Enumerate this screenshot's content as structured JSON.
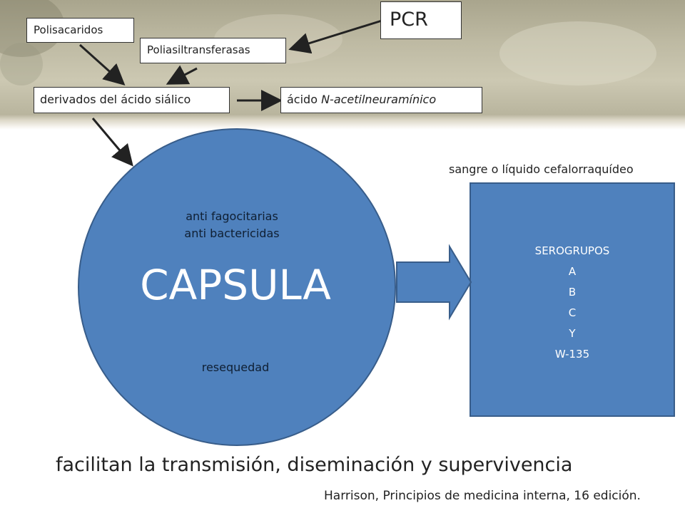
{
  "colors": {
    "banner": "#bdb9a2",
    "shape_fill": "#4f81bd",
    "shape_stroke": "#385d8a",
    "arrow": "#222222"
  },
  "boxes": {
    "polisacaridos": "Polisacaridos",
    "poliasiltransferasas": "Poliasiltransferasas",
    "pcr": "PCR",
    "derivados": "derivados del ácido siálico",
    "acido_prefix": "ácido ",
    "acido_italic": "N-acetilneuramínico"
  },
  "circle": {
    "line1": "anti fagocitarias",
    "line2": "anti bactericidas",
    "title": "CAPSULA",
    "line3": "resequedad"
  },
  "serogroups": {
    "caption": "sangre o líquido cefalorraquídeo",
    "title": "SEROGRUPOS",
    "items": [
      "A",
      "B",
      "C",
      "Y",
      "W-135"
    ]
  },
  "footer": {
    "statement": "facilitan la transmisión, diseminación y supervivencia",
    "citation": "Harrison, Principios de medicina interna, 16 edición."
  }
}
